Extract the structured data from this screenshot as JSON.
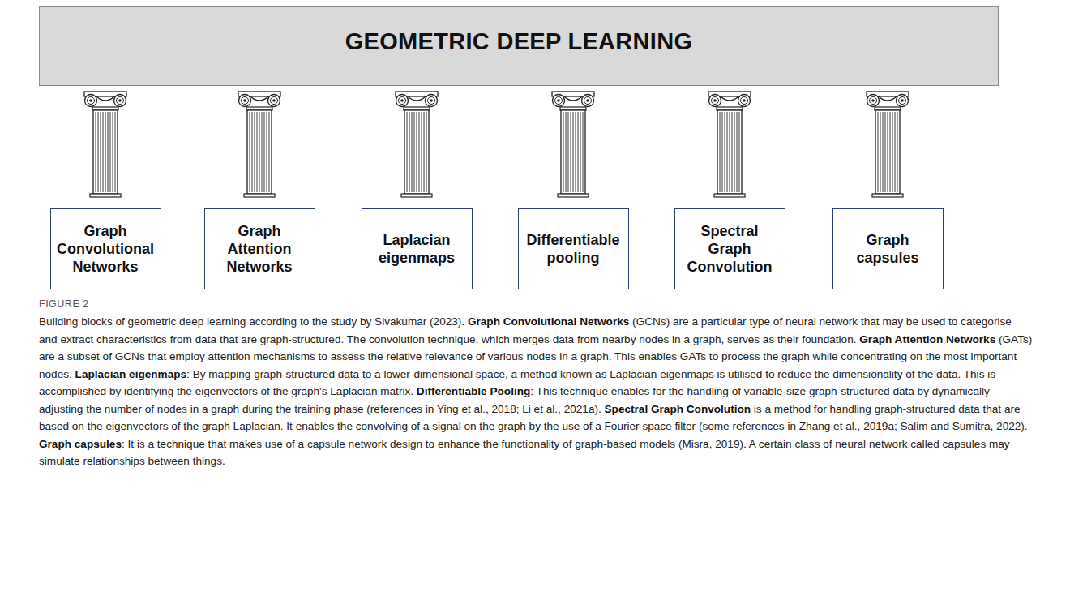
{
  "diagram": {
    "caption": "Building blocks of geometric deep learning according to the study by Sivakumar (2023). Graph Convolutional Networks (GCNs) are a particular type of neural network that may be used to categorise and extract characteristics from data that are graph-structured. The convolution technique, which merges data from nearby nodes in a graph, serves as their foundation. Graph Attention Networks (GATs) are a subset of GCNs that employ attention mechanisms to assess the relative relevance of various nodes in a graph. This enables GATs to process the graph while concentrating on the most important nodes. Laplacian eigenmaps: By mapping graph-structured data to a lower-dimensional space, a method known as Laplacian eigenmaps is utilised to reduce the dimensionality of the data. This is accomplished by identifying the eigenvectors of the graph's Laplacian matrix. Differentiable Pooling: This technique enables for the handling of variable-size graph-structured data by dynamically adjusting the number of nodes in a graph during the training phase (references in Ying et al., 2018; Li et al., 2021a). Spectral Graph Convolution is a method for handling graph-structured data that are based on the eigenvectors of the graph Laplacian. It enables the convolving of a signal on the graph by the use of a Fourier space filter (some references in Zhang et al., 2019a; Salim and Sumitra, 2022). Graph capsules: It is a technique that makes use of a capsule network design to enhance the functionality of graph-based models (Misra, 2019). A certain class of neural network called capsules may simulate relationships between things.",
    "nodes": [
      {
        "text": [
          "GEOMETRIC DEEP LEARNING"
        ]
      },
      {
        "text": [
          "Graph Convolutional Networks"
        ]
      },
      {
        "text": [
          "Graph Attention Networks"
        ]
      },
      {
        "text": [
          "Laplacian eigenmaps"
        ]
      },
      {
        "text": [
          "Differentiable pooling"
        ]
      },
      {
        "text": [
          "Spectral Graph Convolution"
        ]
      },
      {
        "text": [
          "Graph capsules"
        ]
      }
    ],
    "edges": [
      {
        "from": 0,
        "to": 1,
        "arrow": "none"
      },
      {
        "from": 0,
        "to": 2,
        "arrow": "none"
      },
      {
        "from": 0,
        "to": 3,
        "arrow": "none"
      },
      {
        "from": 0,
        "to": 4,
        "arrow": "none"
      },
      {
        "from": 0,
        "to": 5,
        "arrow": "none"
      },
      {
        "from": 0,
        "to": 6,
        "arrow": "none"
      }
    ],
    "labels": [
      "FIGURE 2"
    ]
  }
}
